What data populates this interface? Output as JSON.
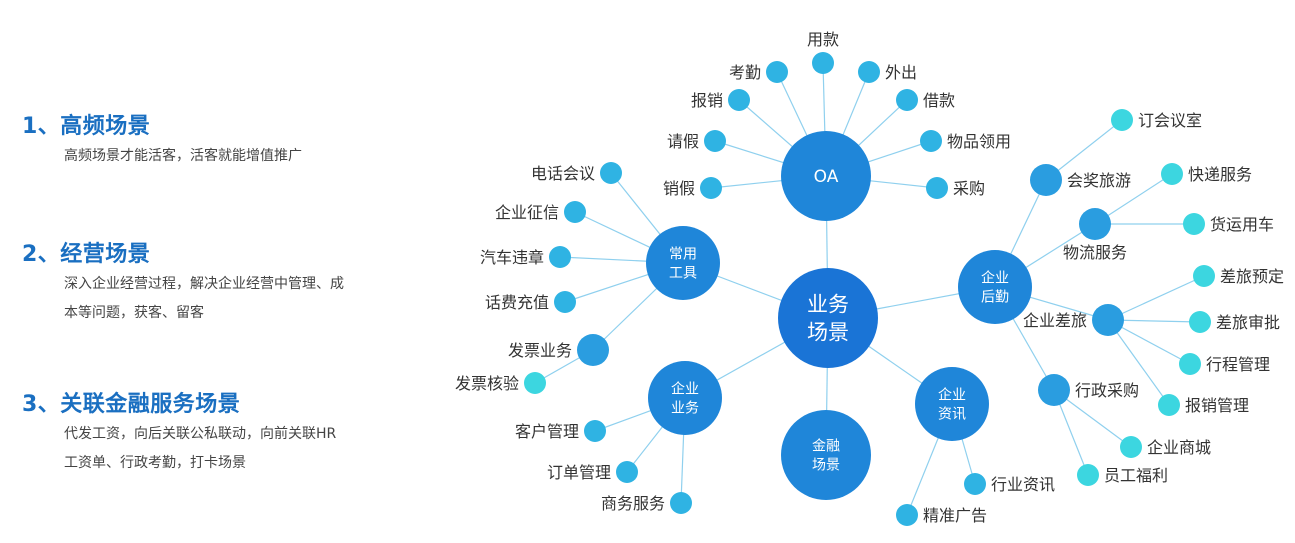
{
  "sections": [
    {
      "title": "1、高频场景",
      "lines": [
        "高频场景才能活客，活客就能增值推广"
      ]
    },
    {
      "title": "2、经营场景",
      "lines": [
        "深入企业经营过程，解决企业经营中管理、成",
        "本等问题，获客、留客"
      ]
    },
    {
      "title": "3、关联金融服务场景",
      "lines": [
        "代发工资，向后关联公私联动，向前关联HR",
        "工资单、行政考勤，打卡场景"
      ]
    }
  ],
  "diagram": {
    "center": {
      "lines": [
        "业务",
        "场景"
      ]
    },
    "oa": {
      "lines": [
        "OA"
      ],
      "children": [
        "考勤",
        "用款",
        "外出",
        "报销",
        "借款",
        "请假",
        "物品领用",
        "销假",
        "采购"
      ]
    },
    "tools": {
      "lines": [
        "常用",
        "工具"
      ],
      "children": [
        "电话会议",
        "企业征信",
        "汽车违章",
        "话费充值",
        "发票业务"
      ],
      "grandchildren": [
        "发票核验"
      ]
    },
    "business": {
      "lines": [
        "企业",
        "业务"
      ],
      "children": [
        "客户管理",
        "订单管理",
        "商务服务"
      ]
    },
    "finance": {
      "lines": [
        "金融",
        "场景"
      ]
    },
    "info": {
      "lines": [
        "企业",
        "资讯"
      ],
      "children": [
        "行业资讯",
        "精准广告"
      ]
    },
    "logistics_side": {
      "lines": [
        "企业",
        "后勤"
      ]
    },
    "travel_meeting": {
      "label": "会奖旅游",
      "children": [
        "订会议室"
      ]
    },
    "logistics": {
      "label": "物流服务",
      "children": [
        "快递服务",
        "货运用车"
      ]
    },
    "business_trip": {
      "label": "企业差旅",
      "children": [
        "差旅预定",
        "差旅审批",
        "行程管理",
        "报销管理"
      ]
    },
    "procurement": {
      "label": "行政采购",
      "children": [
        "企业商城",
        "员工福利"
      ]
    }
  }
}
